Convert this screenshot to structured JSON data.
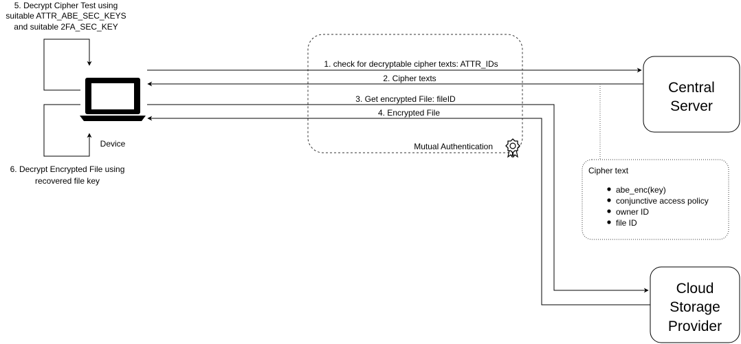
{
  "step5": {
    "line1": "5. Decrypt Cipher Test using",
    "line2": "suitable ATTR_ABE_SEC_KEYS",
    "line3": "and suitable 2FA_SEC_KEY"
  },
  "step6": {
    "line1": "6. Decrypt Encrypted File using",
    "line2": "recovered file key"
  },
  "device": {
    "label": "Device",
    "icon": "laptop-icon"
  },
  "central_server": {
    "line1": "Central",
    "line2": "Server"
  },
  "cloud_storage": {
    "line1": "Cloud",
    "line2": "Storage",
    "line3": "Provider"
  },
  "arrows": {
    "a1": "1. check for decryptable cipher texts: ATTR_IDs",
    "a2": "2. Cipher texts",
    "a3": "3. Get encrypted File: fileID",
    "a4": "4. Encrypted File"
  },
  "mutual_auth": {
    "label": "Mutual Authentication",
    "icon": "certificate-icon"
  },
  "cipher_text": {
    "title": "Cipher text",
    "items": [
      "abe_enc(key)",
      "conjunctive access policy",
      "owner ID",
      "file ID"
    ]
  }
}
